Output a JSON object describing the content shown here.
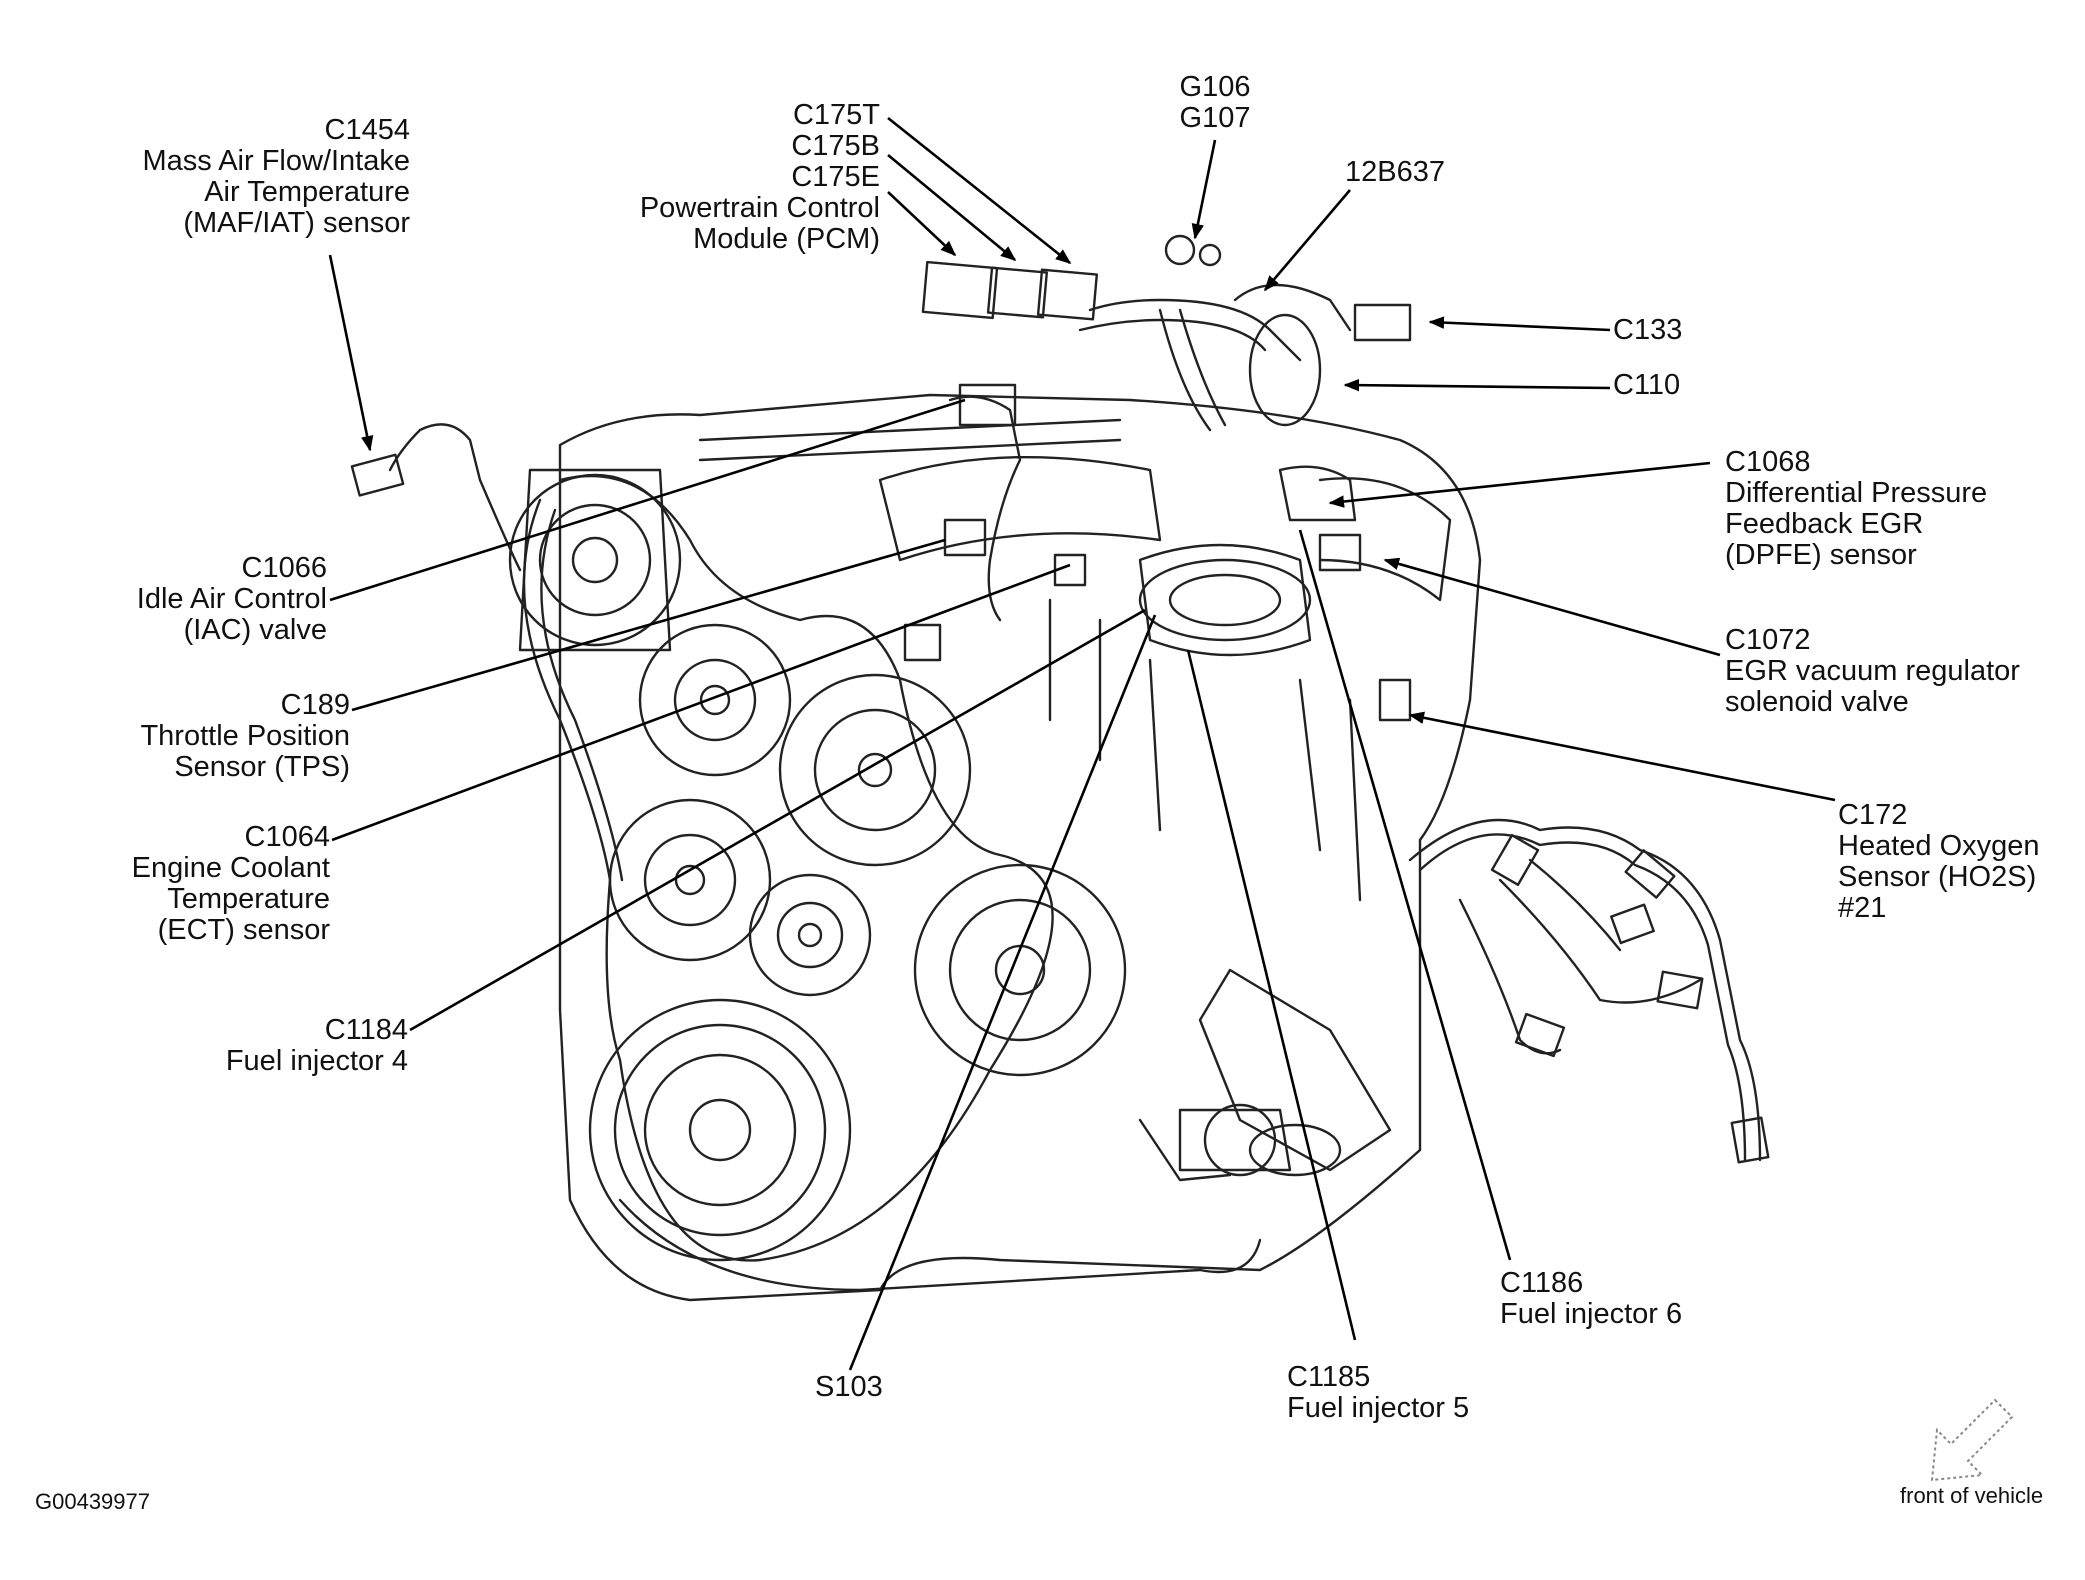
{
  "labels": {
    "maf": [
      "C1454",
      "Mass Air Flow/Intake",
      "Air Temperature",
      "(MAF/IAT) sensor"
    ],
    "pcm": [
      "C175T",
      "C175B",
      "C175E",
      "Powertrain Control",
      "Module (PCM)"
    ],
    "ground": [
      "G106",
      "G107"
    ],
    "harness": [
      "12B637"
    ],
    "c133": [
      "C133"
    ],
    "c110": [
      "C110"
    ],
    "dpfe": [
      "C1068",
      "Differential Pressure",
      "Feedback EGR",
      "(DPFE) sensor"
    ],
    "iac": [
      "C1066",
      "Idle Air Control",
      "(IAC) valve"
    ],
    "tps": [
      "C189",
      "Throttle Position",
      "Sensor (TPS)"
    ],
    "ect": [
      "C1064",
      "Engine Coolant",
      "Temperature",
      "(ECT) sensor"
    ],
    "egr_vr": [
      "C1072",
      "EGR vacuum regulator",
      "solenoid valve"
    ],
    "ho2s": [
      "C172",
      "Heated Oxygen",
      "Sensor (HO2S)",
      "#21"
    ],
    "inj4": [
      "C1184",
      "Fuel injector 4"
    ],
    "inj6": [
      "C1186",
      "Fuel injector 6"
    ],
    "s103": [
      "S103"
    ],
    "inj5": [
      "C1185",
      "Fuel injector 5"
    ],
    "figure_id": [
      "G00439977"
    ],
    "front": [
      "front of vehicle"
    ]
  },
  "icons": {
    "engine": "engine-illustration",
    "arrow": "front-direction-arrow-icon"
  }
}
